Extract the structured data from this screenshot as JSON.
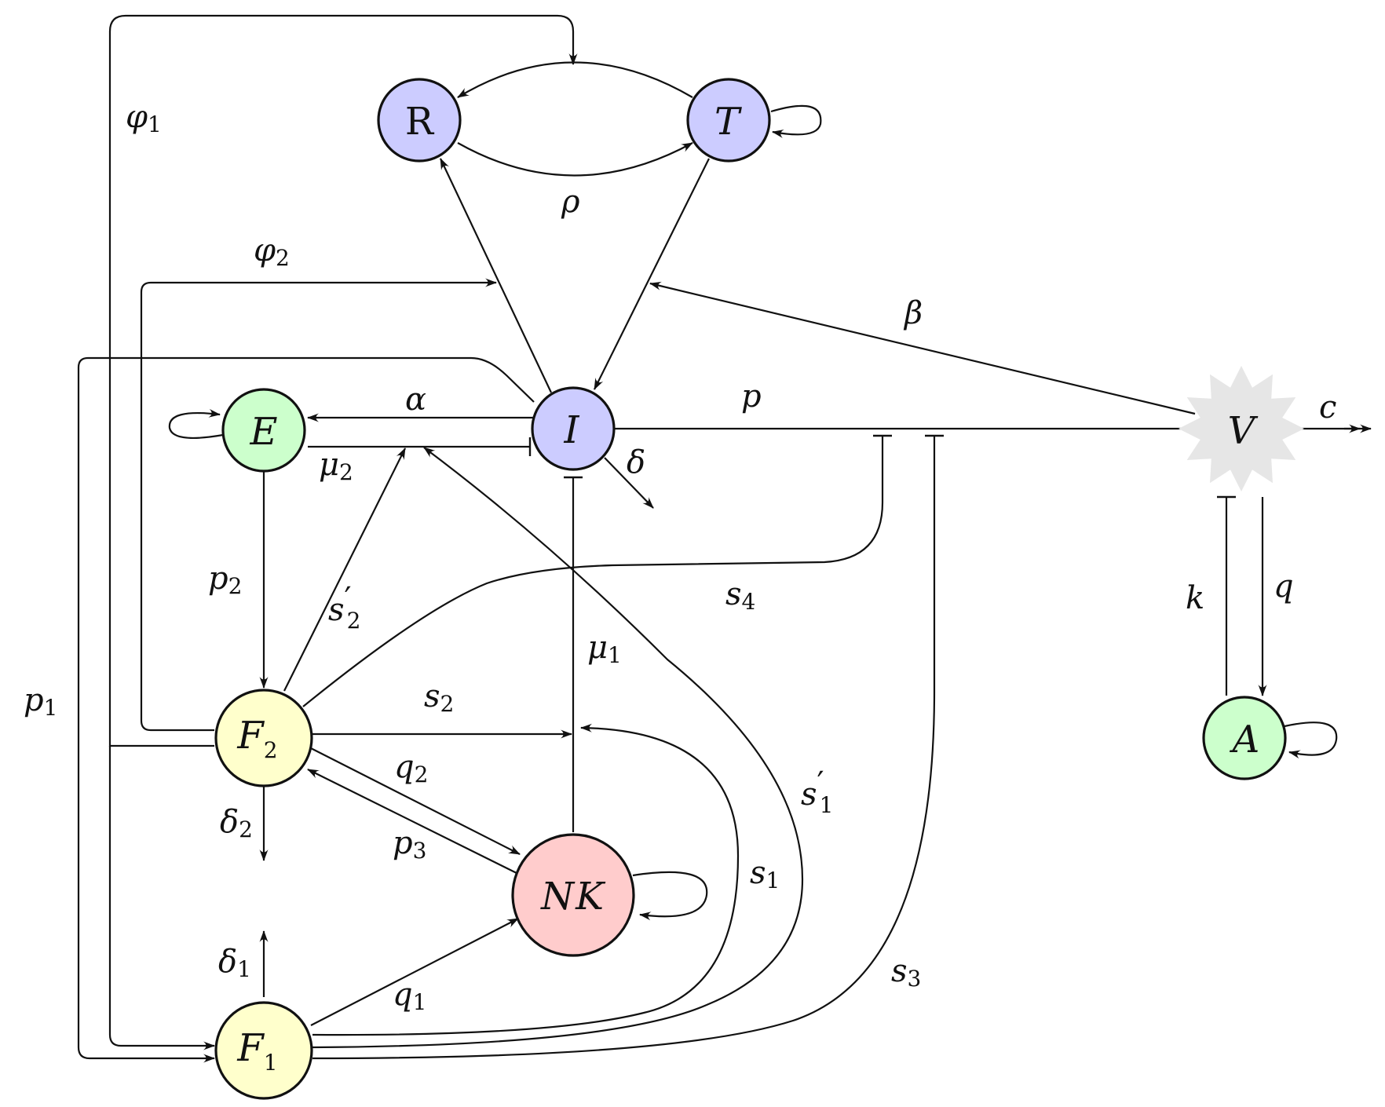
{
  "colors": {
    "blue": "#ccccff",
    "green": "#ccffcc",
    "yellow": "#ffffcc",
    "red": "#ffcccc",
    "grey_star": "#e6e6e6",
    "stroke": "#111111"
  },
  "nodes": {
    "R": "R",
    "T": "T",
    "E": "E",
    "I": "I",
    "V": "V",
    "F2": {
      "base": "F",
      "sub": "2"
    },
    "F1": {
      "base": "F",
      "sub": "1"
    },
    "NK": "NK",
    "A": "A"
  },
  "labels": {
    "phi1": {
      "base": "φ",
      "sub": "1"
    },
    "phi2": {
      "base": "φ",
      "sub": "2"
    },
    "rho": "ρ",
    "beta": "β",
    "alpha": "α",
    "p": "p",
    "c": "c",
    "mu2": {
      "base": "μ",
      "sub": "2"
    },
    "delta": "δ",
    "p2": {
      "base": "p",
      "sub": "2"
    },
    "s2prime": {
      "base": "s",
      "prime": "′",
      "sub": "2"
    },
    "s4": {
      "base": "s",
      "sub": "4"
    },
    "mu1": {
      "base": "μ",
      "sub": "1"
    },
    "k": "k",
    "q": "q",
    "p1": {
      "base": "p",
      "sub": "1"
    },
    "s2": {
      "base": "s",
      "sub": "2"
    },
    "q2": {
      "base": "q",
      "sub": "2"
    },
    "p3": {
      "base": "p",
      "sub": "3"
    },
    "delta2": {
      "base": "δ",
      "sub": "2"
    },
    "s1prime": {
      "base": "s",
      "prime": "′",
      "sub": "1"
    },
    "s1": {
      "base": "s",
      "sub": "1"
    },
    "delta1": {
      "base": "δ",
      "sub": "1"
    },
    "q1": {
      "base": "q",
      "sub": "1"
    },
    "s3": {
      "base": "s",
      "sub": "3"
    }
  }
}
